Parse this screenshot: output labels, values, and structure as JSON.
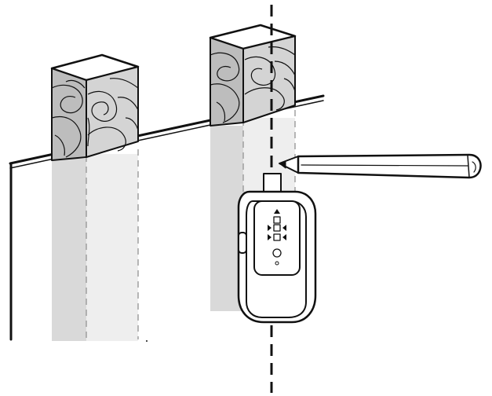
{
  "illustration": {
    "description_free": true,
    "device": {
      "icons": [
        "up-triangle-icon",
        "square-icon",
        "right-left-triangles-icon",
        "circle-icon"
      ],
      "led_states": [
        "square",
        "square",
        "square"
      ]
    },
    "colors": {
      "stroke": "#111111",
      "stud_top": "#b9b9b9",
      "stud_side": "#d6d6d6",
      "stud_shadow": "#e6e6e6",
      "stud_shadow_dark": "#dadada",
      "wall": "#ffffff",
      "device_body": "#ffffff"
    }
  }
}
